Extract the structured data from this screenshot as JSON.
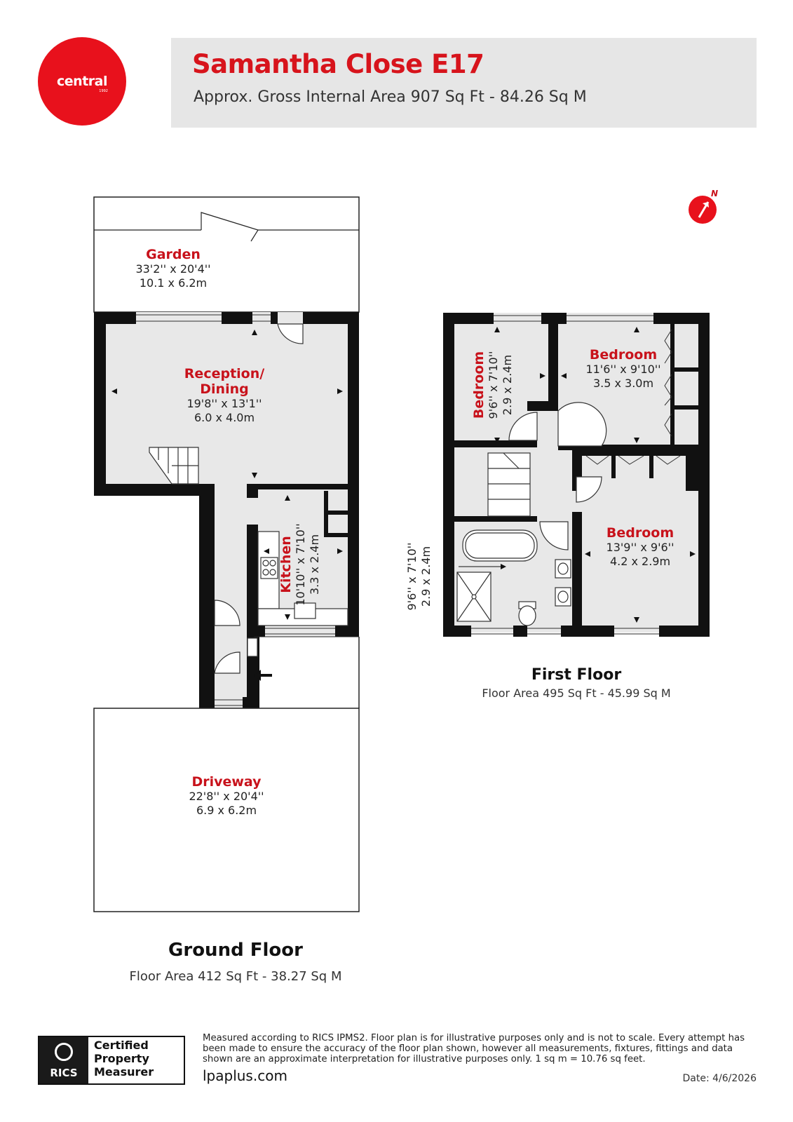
{
  "brand": {
    "name": "central",
    "year": "1992",
    "color": "#e8111c"
  },
  "header": {
    "title": "Samantha Close E17",
    "subtitle": "Approx. Gross Internal Area 907 Sq Ft - 84.26 Sq M"
  },
  "compass": {
    "label": "N"
  },
  "ground_floor": {
    "title": "Ground Floor",
    "area": "Floor Area 412 Sq Ft - 38.27 Sq M",
    "rooms": {
      "garden": {
        "name": "Garden",
        "imperial": "33'2'' x 20'4''",
        "metric": "10.1 x 6.2m"
      },
      "reception": {
        "name": "Reception/",
        "name2": "Dining",
        "imperial": "19'8'' x 13'1''",
        "metric": "6.0 x 4.0m"
      },
      "kitchen": {
        "name": "Kitchen",
        "imperial": "10'10'' x 7'10''",
        "metric": "3.3 x 2.4m"
      },
      "driveway": {
        "name": "Driveway",
        "imperial": "22'8'' x 20'4''",
        "metric": "6.9 x 6.2m"
      }
    }
  },
  "first_floor": {
    "title": "First Floor",
    "area": "Floor Area 495 Sq Ft - 45.99 Sq M",
    "rooms": {
      "bedroom_small": {
        "name": "Bedroom",
        "imperial": "9'6'' x 7'10''",
        "metric": "2.9 x 2.4m"
      },
      "bedroom_top": {
        "name": "Bedroom",
        "imperial": "11'6'' x 9'10''",
        "metric": "3.5 x 3.0m"
      },
      "bedroom_bottom": {
        "name": "Bedroom",
        "imperial": "13'9'' x 9'6''",
        "metric": "4.2 x 2.9m"
      },
      "bathroom": {
        "imperial": "9'6'' x 7'10''",
        "metric": "2.9 x 2.4m"
      }
    }
  },
  "footer": {
    "badge_org": "RICS",
    "badge_line1": "Certified",
    "badge_line2": "Property",
    "badge_line3": "Measurer",
    "note": "Measured according to RICS IPMS2. Floor plan is for illustrative purposes only and is not to scale. Every attempt has been made to ensure the accuracy of the floor plan shown, however all measurements, fixtures, fittings and data shown are an approximate interpretation for illustrative purposes only. 1 sq m = 10.76 sq feet.",
    "website": "lpaplus.com",
    "date": "Date: 4/6/2026"
  },
  "colors": {
    "room_label": "#c8121b",
    "wall": "#111111",
    "floor": "#e8e8e8",
    "header_band": "#e6e6e6"
  }
}
